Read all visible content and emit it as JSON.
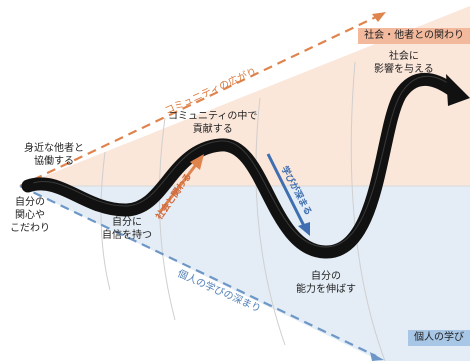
{
  "zones": {
    "social_tag": "社会・他者との関わり",
    "personal_tag": "個人の学び"
  },
  "axes": {
    "community": "コミュニティの広がり",
    "personal_depth": "個人の学びの深まり"
  },
  "stages": {
    "start": "自分の\n関心や\nこだわり",
    "collab": "身近な他者と\n協働する",
    "confidence": "自分に\n自信を持つ",
    "community": "コミュニティの中で\n貢献する",
    "ability": "自分の\n能力を伸ばす",
    "influence": "社会に\n影響を与える"
  },
  "arrows": {
    "social": "社会と関わる",
    "learning": "学びが深まる"
  },
  "colors": {
    "social_bg": "#fbe6da",
    "personal_bg": "#e4edf6",
    "orange": "#e0844e",
    "blue": "#6d97c6",
    "ink": "#111111"
  }
}
